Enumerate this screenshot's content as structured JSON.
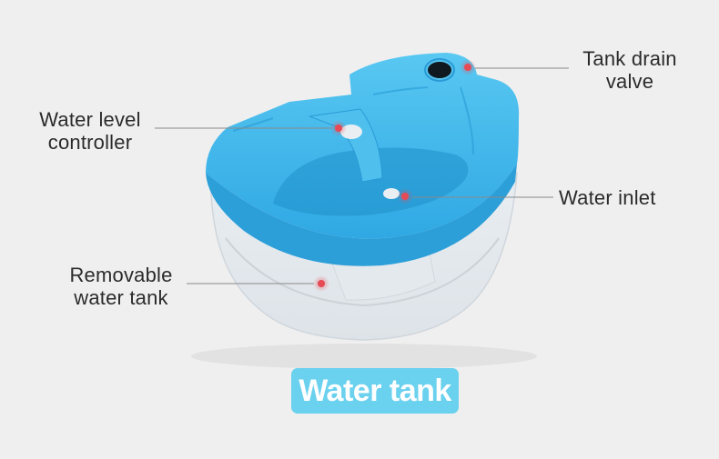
{
  "callouts": {
    "drain_valve": {
      "line1": "Tank drain",
      "line2": "valve"
    },
    "level_controller": {
      "line1": "Water level",
      "line2": "controller"
    },
    "inlet": {
      "line1": "Water inlet"
    },
    "removable_tank": {
      "line1": "Removable",
      "line2": "water tank"
    }
  },
  "title": "Water tank",
  "colors": {
    "background": "#efefef",
    "lid_blue": "#3fb7ec",
    "badge": "#6ad1ee",
    "marker": "#e64a55",
    "leader_line": "#8a8a8a"
  }
}
